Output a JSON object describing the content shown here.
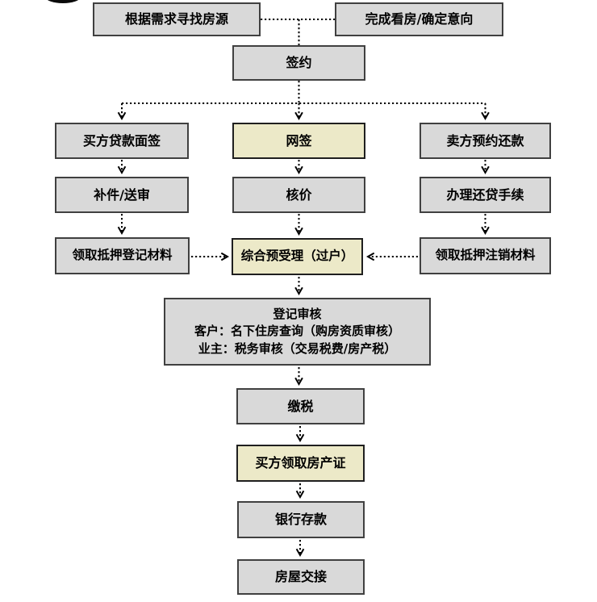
{
  "flowchart": {
    "nodes": {
      "find_house": {
        "label": "根据需求寻找房源"
      },
      "confirm_intent": {
        "label": "完成看房/确定意向"
      },
      "sign_contract": {
        "label": "签约"
      },
      "buyer_loan_interview": {
        "label": "买方贷款面签"
      },
      "online_sign": {
        "label": "网签",
        "highlighted": true
      },
      "seller_repay_appointment": {
        "label": "卖方预约还款"
      },
      "supplement_review": {
        "label": "补件/送审"
      },
      "price_check": {
        "label": "核价"
      },
      "loan_repay_procedure": {
        "label": "办理还贷手续"
      },
      "mortgage_reg_materials": {
        "label": "领取抵押登记材料"
      },
      "comprehensive_pre_acceptance": {
        "label": "综合预受理（过户）",
        "highlighted": true
      },
      "mortgage_cancel_materials": {
        "label": "领取抵押注销材料"
      },
      "registration_review": {
        "line1": "登记审核",
        "line2": "客户：名下住房查询（购房资质审核）",
        "line3": "业主：税务审核（交易税费/房产税）"
      },
      "pay_tax": {
        "label": "缴税"
      },
      "buyer_get_certificate": {
        "label": "买方领取房产证",
        "highlighted": true
      },
      "bank_deposit": {
        "label": "银行存款"
      },
      "house_handover": {
        "label": "房屋交接"
      }
    },
    "colors": {
      "node_fill": "#d9d9d9",
      "node_border": "#404040",
      "highlight_fill": "#ece9c8",
      "highlight_border": "#1f1f1f",
      "connector": "#000000"
    },
    "connector_style": "dotted-with-open-arrowheads"
  }
}
